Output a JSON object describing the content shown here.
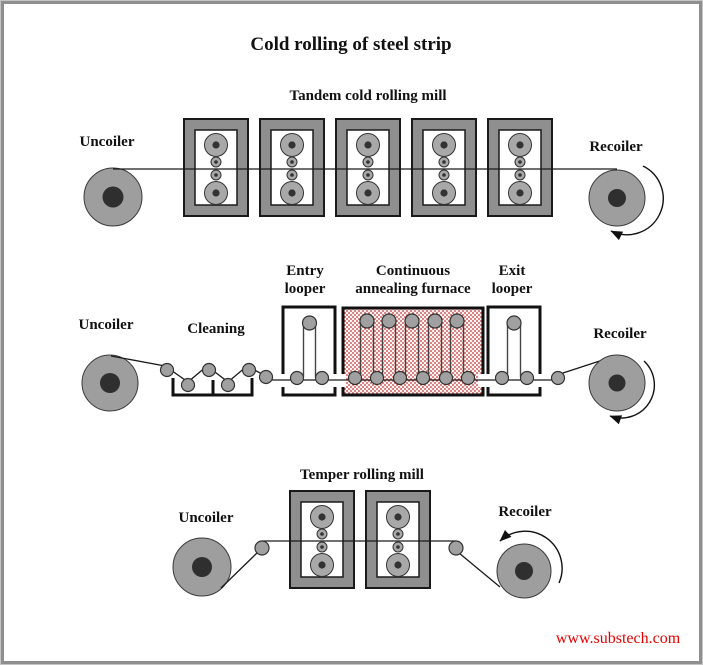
{
  "title": "Cold rolling of steel strip",
  "watermark": "www.substech.com",
  "colors": {
    "machine_frame_gray": "#8f8f8f",
    "roll_gray": "#a8a8a8",
    "coil_gray": "#9e9e9e",
    "core_dark": "#2f2f2f",
    "furnace_dot_red": "#c62828",
    "watermark_red": "#e80000",
    "line_black": "#1a1a1a",
    "background": "#ffffff"
  },
  "tandem_line": {
    "label": "Tandem cold rolling mill",
    "uncoiler_label": "Uncoiler",
    "recoiler_label": "Recoiler",
    "stand_count": 5
  },
  "annealing_line": {
    "uncoiler_label": "Uncoiler",
    "cleaning_label": "Cleaning",
    "entry_looper_label": "Entry looper",
    "furnace_label": "Continuous annealing furnace",
    "exit_looper_label": "Exit looper",
    "recoiler_label": "Recoiler"
  },
  "temper_line": {
    "label": "Temper rolling mill",
    "uncoiler_label": "Uncoiler",
    "recoiler_label": "Recoiler",
    "stand_count": 2
  }
}
